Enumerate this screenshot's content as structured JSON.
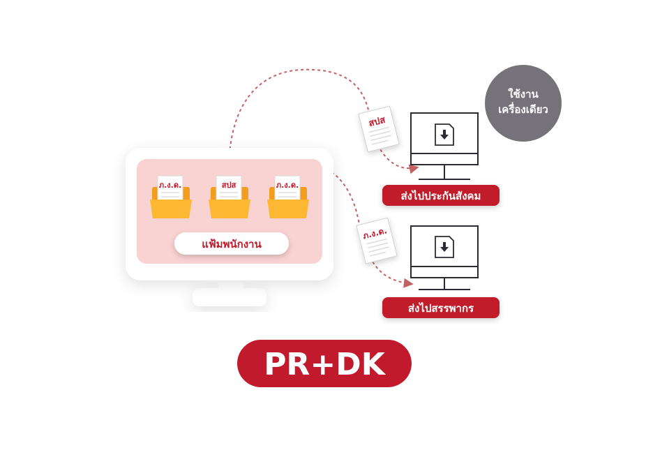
{
  "monitor": {
    "folders": [
      {
        "label": "ภ.ง.ด."
      },
      {
        "label": "สปส"
      },
      {
        "label": "ภ.ง.ด."
      }
    ],
    "file_label": "แฟ้มพนักงาน"
  },
  "documents": {
    "social_security_doc": "สปส",
    "tax_doc": "ภ.ง.ด."
  },
  "destinations": {
    "social_security": "ส่งไปประกันสังคม",
    "revenue": "ส่งไปสรรพากร"
  },
  "standalone_badge": {
    "line1": "ใช้งาน",
    "line2": "เครื่องเดียว"
  },
  "brand": {
    "name": "PR+DK"
  },
  "colors": {
    "accent_red": "#c01a2c",
    "folder_yellow": "#fdb833",
    "screen_pink": "#f9d2d2",
    "badge_gray": "#75727a",
    "arrow_dash": "#c36262"
  }
}
